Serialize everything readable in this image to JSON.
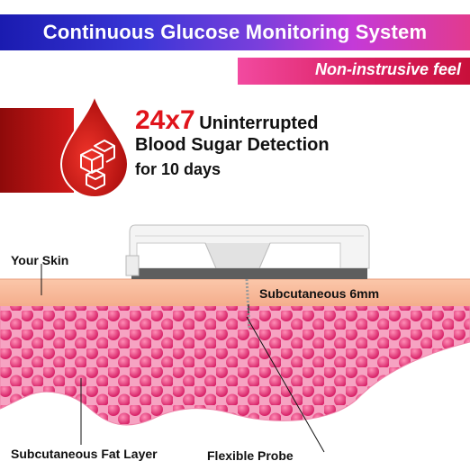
{
  "banner": {
    "title": "Continuous Glucose Monitoring System"
  },
  "tag": {
    "text": "Non-instrusive feel"
  },
  "headline": {
    "highlight": "24x7",
    "line1": "Uninterrupted",
    "line2": "Blood Sugar Detection",
    "line3": "for 10 days"
  },
  "labels": {
    "skin": "Your Skin",
    "subcutaneous": "Subcutaneous 6mm",
    "fat": "Subcutaneous Fat Layer",
    "probe": "Flexible Probe"
  },
  "icons": {
    "drop": "blood-drop-sugar-cubes-icon",
    "sensor": "cgm-sensor-device"
  },
  "colors": {
    "accent_red": "#e0141b",
    "skin": "#f7b99a",
    "fat": "#f06a9c",
    "banner_start": "#1a1bb0",
    "banner_end": "#e23a8e"
  }
}
